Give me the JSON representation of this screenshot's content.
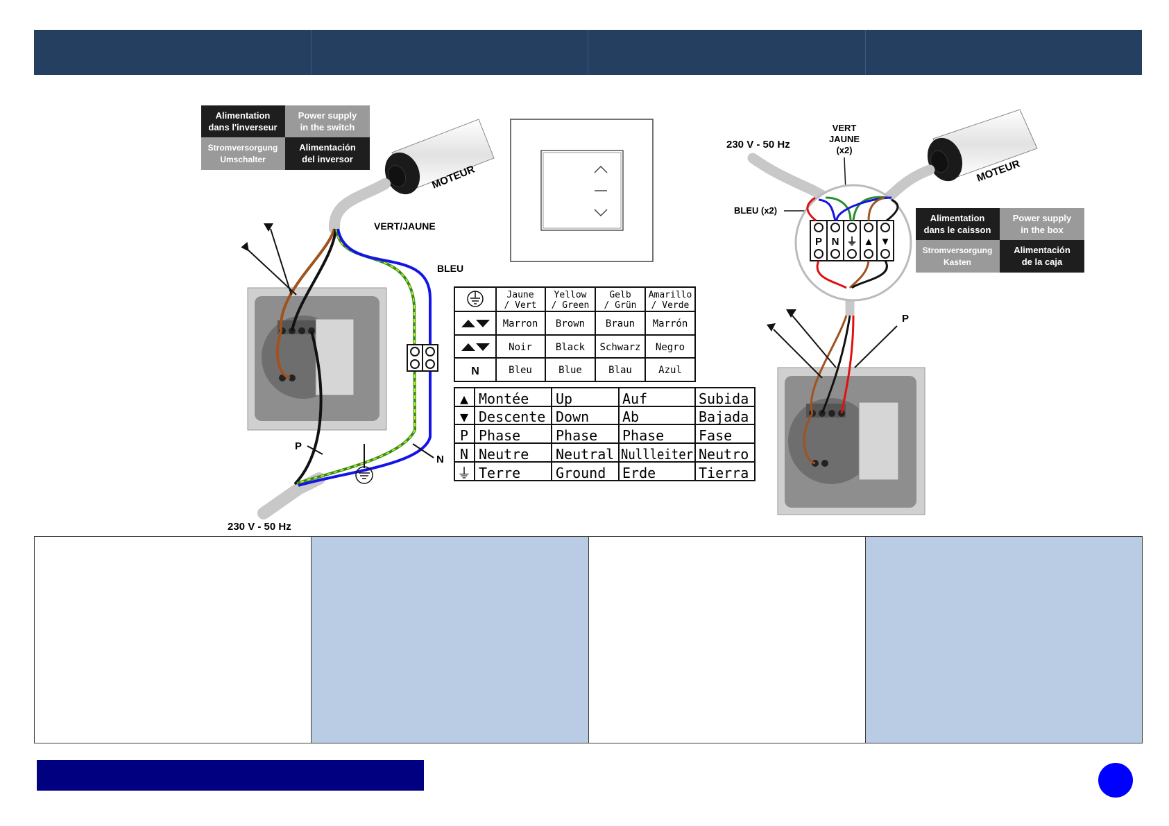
{
  "left_diagram": {
    "legend": {
      "fr": [
        "Alimentation",
        "dans l'inverseur"
      ],
      "en": [
        "Power supply",
        "in the switch"
      ],
      "de": [
        "Stromversorgung",
        "Umschalter"
      ],
      "es": [
        "Alimentación",
        "del inversor"
      ]
    },
    "motor_label": "MOTEUR",
    "wire_labels": {
      "green_yellow": "VERT/JAUNE",
      "blue": "BLEU",
      "phase": "P",
      "neutral": "N"
    },
    "power_label": "230 V - 50 Hz"
  },
  "right_diagram": {
    "power_label": "230 V - 50 Hz",
    "green_yellow_label": [
      "VERT",
      "JAUNE",
      "(x2)"
    ],
    "blue_label": "BLEU (x2)",
    "motor_label": "MOTEUR",
    "terminals": [
      "P",
      "N",
      "⏚",
      "▲",
      "▼"
    ],
    "phase_label": "P",
    "legend": {
      "fr": [
        "Alimentation",
        "dans le caisson"
      ],
      "en": [
        "Power supply",
        "in the box"
      ],
      "de": [
        "Stromversorgung",
        "Kasten"
      ],
      "es": [
        "Alimentación",
        "de la caja"
      ]
    }
  },
  "color_table": {
    "rows": [
      {
        "symbol": "ground",
        "cells": [
          [
            "Jaune",
            "/ Vert"
          ],
          [
            "Yellow",
            "/ Green"
          ],
          [
            "Gelb",
            "/ Grün"
          ],
          [
            "Amarillo",
            "/ Verde"
          ]
        ]
      },
      {
        "symbol": "updown",
        "cells": [
          [
            "Marron"
          ],
          [
            "Brown"
          ],
          [
            "Braun"
          ],
          [
            "Marrón"
          ]
        ]
      },
      {
        "symbol": "updown",
        "cells": [
          [
            "Noir"
          ],
          [
            "Black"
          ],
          [
            "Schwarz"
          ],
          [
            "Negro"
          ]
        ]
      },
      {
        "symbol": "N",
        "cells": [
          [
            "Bleu"
          ],
          [
            "Blue"
          ],
          [
            "Blau"
          ],
          [
            "Azul"
          ]
        ]
      }
    ]
  },
  "function_table": {
    "rows": [
      {
        "symbol": "▲",
        "cells": [
          "Montée",
          "Up",
          "Auf",
          "Subida"
        ]
      },
      {
        "symbol": "▼",
        "cells": [
          "Descente",
          "Down",
          "Ab",
          "Bajada"
        ]
      },
      {
        "symbol": "P",
        "cells": [
          "Phase",
          "Phase",
          "Phase",
          "Fase"
        ]
      },
      {
        "symbol": "N",
        "cells": [
          "Neutre",
          "Neutral",
          "Nullleiter",
          "Neutro"
        ]
      },
      {
        "symbol": "⏚",
        "cells": [
          "Terre",
          "Ground",
          "Erde",
          "Tierra"
        ]
      }
    ]
  },
  "colors": {
    "header": "#243f60",
    "cell_blue": "#b9cce4",
    "footer_bar": "#000080",
    "page_dot": "#0000ff"
  }
}
